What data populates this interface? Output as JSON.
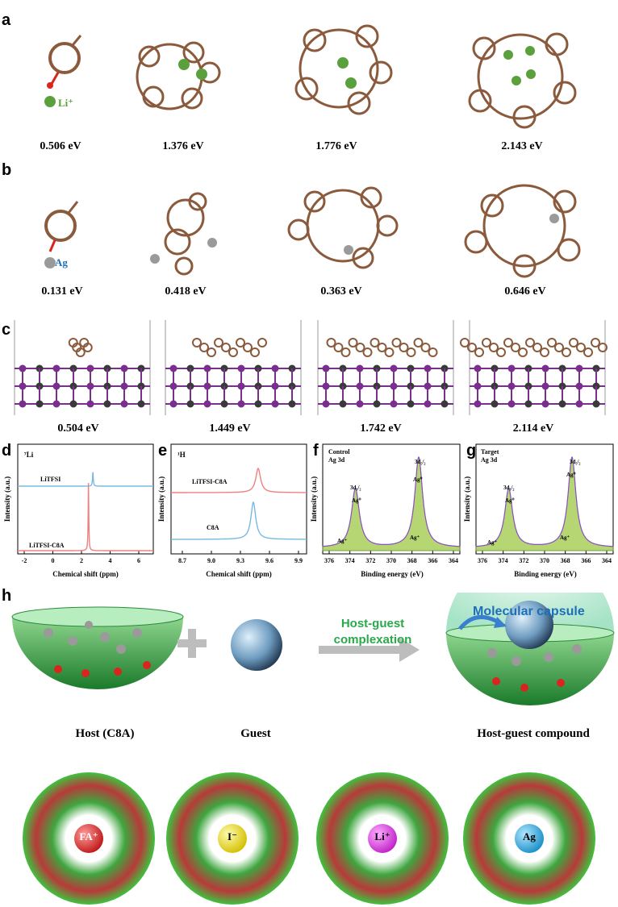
{
  "panel_letters": {
    "a": "a",
    "b": "b",
    "c": "c",
    "d": "d",
    "e": "e",
    "f": "f",
    "g": "g",
    "h": "h"
  },
  "panel_a": {
    "ion_label": "Li⁺",
    "energies": [
      "0.506 eV",
      "1.376 eV",
      "1.776 eV",
      "2.143 eV"
    ]
  },
  "panel_b": {
    "ion_label": "Ag",
    "energies": [
      "0.131 eV",
      "0.418 eV",
      "0.363 eV",
      "0.646 eV"
    ]
  },
  "panel_c": {
    "energies": [
      "0.504 eV",
      "1.449 eV",
      "1.742 eV",
      "2.114 eV"
    ]
  },
  "colors": {
    "carbon": "#8b5a3c",
    "oxygen": "#d9251d",
    "hydrogen": "#f3d6e3",
    "lithium": "#5aa03c",
    "silver": "#9a9a9a",
    "iodine": "#7a2f8e",
    "lead": "#3a3a3a",
    "li_nmr": "#78b9de",
    "c8a_nmr": "#f08080",
    "xps_fill": "#a8cf5a",
    "envelope": "#8a4fc0",
    "capsule_text": "#1e6fb8",
    "complex_text": "#2aa84a"
  },
  "panel_d": {
    "nucleus": "⁷Li",
    "ylabel": "Intensity (a.u.)",
    "xlabel": "Chemical shift (ppm)",
    "xticks": [
      "-2",
      "0",
      "2",
      "4",
      "6"
    ],
    "series": [
      "LiTFSI",
      "LiTFSI-C8A"
    ]
  },
  "panel_e": {
    "nucleus": "¹H",
    "ylabel": "Intensity (a.u.)",
    "xlabel": "Chemical shift (ppm)",
    "xticks": [
      "8.7",
      "9.0",
      "9.3",
      "9.6",
      "9.9"
    ],
    "series": [
      "LiTFSI-C8A",
      "C8A"
    ]
  },
  "panel_f": {
    "title1": "Control",
    "title2": "Ag 3d",
    "ylabel": "Intensity (a.u.)",
    "xlabel": "Binding energy (eV)",
    "xticks": [
      "376",
      "374",
      "372",
      "370",
      "368",
      "366",
      "364"
    ],
    "peak1": "3d₃/₂",
    "peak2": "3d₅/₂",
    "ag0": "Ag⁰",
    "agp": "Ag⁺"
  },
  "panel_g": {
    "title1": "Target",
    "title2": "Ag 3d",
    "ylabel": "Intensity (a.u.)",
    "xlabel": "Binding energy (eV)",
    "xticks": [
      "376",
      "374",
      "372",
      "370",
      "368",
      "366",
      "364"
    ],
    "peak1": "3d₃/₂",
    "peak2": "3d₅/₂",
    "ag0": "Ag⁰",
    "agp": "Ag⁺"
  },
  "chart_data": [
    {
      "type": "line",
      "panel": "d",
      "title": "⁷Li",
      "xlabel": "Chemical shift (ppm)",
      "ylabel": "Intensity (a.u.)",
      "xlim": [
        -2,
        7
      ],
      "x_reversed": false,
      "series": [
        {
          "name": "LiTFSI",
          "peak_x": 2.9,
          "color": "#78b9de"
        },
        {
          "name": "LiTFSI-C8A",
          "peak_x": 2.6,
          "color": "#f08080"
        }
      ]
    },
    {
      "type": "line",
      "panel": "e",
      "title": "¹H",
      "xlabel": "Chemical shift (ppm)",
      "ylabel": "Intensity (a.u.)",
      "xlim": [
        8.6,
        10.0
      ],
      "x_reversed": false,
      "series": [
        {
          "name": "LiTFSI-C8A",
          "peak_x": 9.5,
          "color": "#f08080"
        },
        {
          "name": "C8A",
          "peak_x": 9.45,
          "color": "#78b9de"
        }
      ]
    },
    {
      "type": "area",
      "panel": "f",
      "title": "Control",
      "xlabel": "Binding energy (eV)",
      "ylabel": "Intensity (a.u.)",
      "xlim": [
        377,
        364
      ],
      "x_reversed": true,
      "series": [
        {
          "name": "3d₃/₂",
          "peak_x": 373.9
        },
        {
          "name": "3d₅/₂",
          "peak_x": 367.9
        }
      ]
    },
    {
      "type": "area",
      "panel": "g",
      "title": "Target",
      "xlabel": "Binding energy (eV)",
      "ylabel": "Intensity (a.u.)",
      "xlim": [
        377,
        364
      ],
      "x_reversed": true,
      "series": [
        {
          "name": "3d₃/₂",
          "peak_x": 373.9
        },
        {
          "name": "3d₅/₂",
          "peak_x": 367.9
        }
      ]
    }
  ],
  "panel_h": {
    "host": "Host (C8A)",
    "guest": "Guest",
    "arrow_text1": "Host-guest",
    "arrow_text2": "complexation",
    "capsule": "Molecular capsule",
    "compound": "Host-guest compound",
    "ions": [
      "FA⁺",
      "I⁻",
      "Li⁺",
      "Ag"
    ]
  }
}
